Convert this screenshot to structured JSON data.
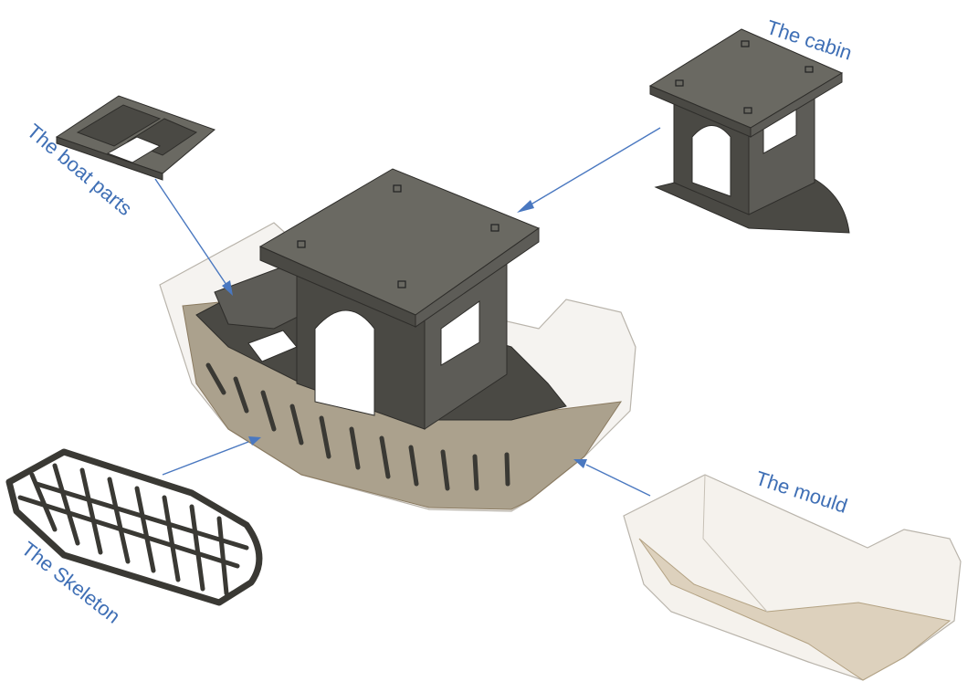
{
  "labels": {
    "cabin": "The cabin",
    "boat_parts": "The boat parts",
    "mould": "The mould",
    "skeleton": "The Skeleton"
  },
  "colors": {
    "label": "#3f6fb5",
    "arrow": "#4a78c0",
    "model_dark": "#5d5c57",
    "mould_tint": "#d8cfc0"
  }
}
